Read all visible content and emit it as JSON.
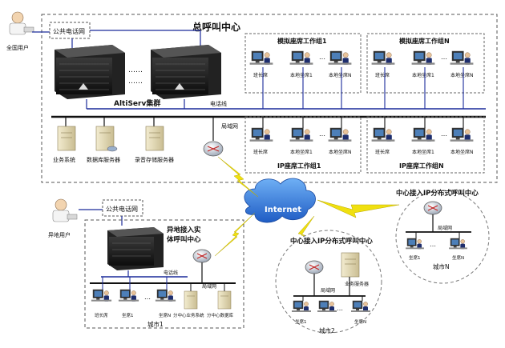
{
  "center": {
    "title": "总呼叫中心",
    "national_users": "全国用户",
    "pstn_top": "公共电话网",
    "cluster": "AltiServ集群",
    "cluster_dots": "……",
    "phone_line": "电话线",
    "lan": "局域网",
    "servers": [
      "业务系统",
      "数据库服务器",
      "录音存储服务器"
    ]
  },
  "groups": [
    {
      "title": "模拟座席工作组1",
      "labels": [
        "班长席",
        "本地坐席1",
        "本地坐席N"
      ]
    },
    {
      "title": "模拟座席工作组N",
      "labels": [
        "班长席",
        "本地坐席1",
        "本地坐席N"
      ]
    },
    {
      "title": "IP座席工作组1",
      "labels": [
        "班长席",
        "本地坐席1",
        "本地坐席N"
      ]
    },
    {
      "title": "IP座席工作组N",
      "labels": [
        "班长席",
        "本地坐席1",
        "本地坐席N"
      ]
    }
  ],
  "internet": "Internet",
  "remote": {
    "users": "异地用户",
    "pstn": "公共电话网",
    "title_line1": "异地接入实",
    "title_line2": "体呼叫中心",
    "phone_line": "电话线",
    "lan": "局域网",
    "labels": [
      "班长席",
      "坐席1",
      "坐席N",
      "分中心业务系统",
      "分中心数据库"
    ],
    "city": "城市1"
  },
  "city2": {
    "title": "中心接入IP分布式呼叫中心",
    "lan": "局域网",
    "server": "业务服务器",
    "labels": [
      "坐席1",
      "坐席N"
    ],
    "city": "城市2"
  },
  "cityn": {
    "title": "中心接入IP分布式呼叫中心",
    "lan": "局域网",
    "labels": [
      "坐席1",
      "坐席N"
    ],
    "city": "城市N"
  },
  "colors": {
    "line": "#1a2a9a",
    "bolt": "#f0e010",
    "cloud": "#2a6fd6"
  }
}
